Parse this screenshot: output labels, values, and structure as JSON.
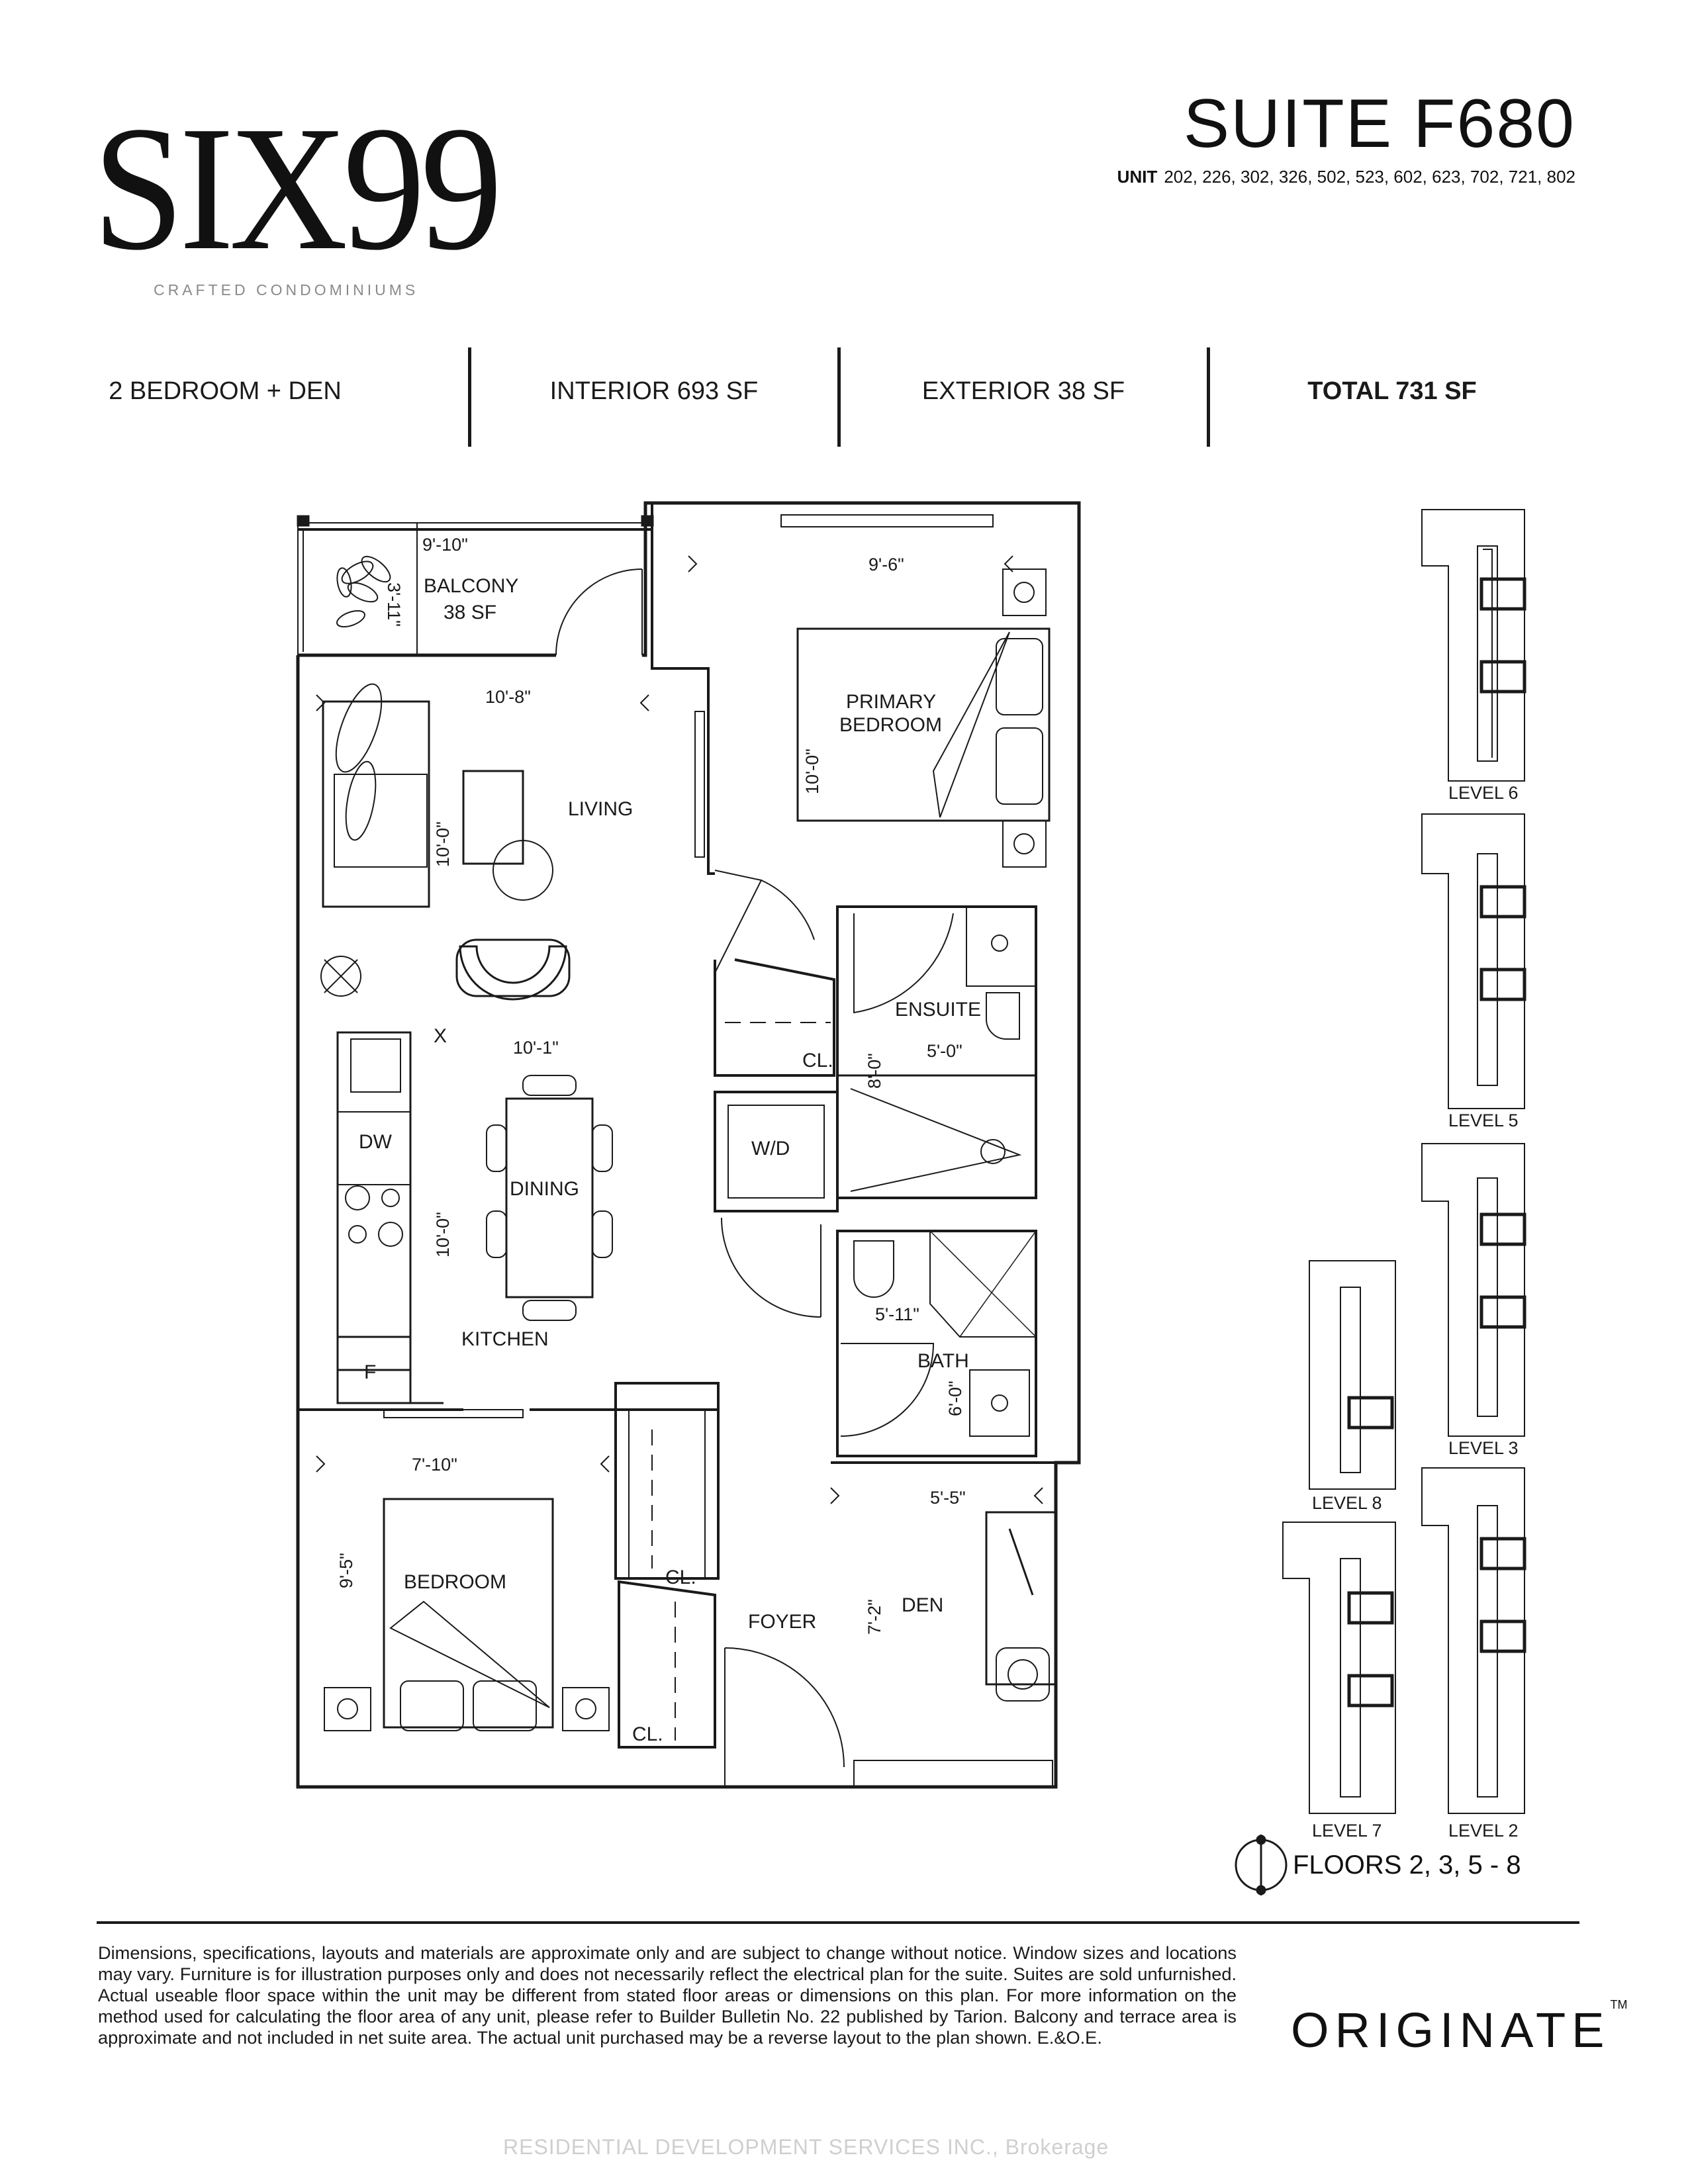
{
  "header": {
    "logo_text": "SIX99",
    "logo_tagline": "CRAFTED CONDOMINIUMS",
    "suite_title": "SUITE F680",
    "unit_label": "UNIT",
    "unit_numbers": "202, 226, 302, 326, 502, 523, 602, 623, 702, 721, 802"
  },
  "stats": {
    "type": "2 BEDROOM + DEN",
    "interior": "INTERIOR 693 SF",
    "exterior": "EXTERIOR 38 SF",
    "total": "TOTAL 731 SF"
  },
  "rooms": {
    "balcony": "BALCONY",
    "balcony_area": "38 SF",
    "living": "LIVING",
    "primary_bedroom_line1": "PRIMARY",
    "primary_bedroom_line2": "BEDROOM",
    "ensuite": "ENSUITE",
    "closet_1": "CL.",
    "washer_dryer": "W/D",
    "dining": "DINING",
    "kitchen": "KITCHEN",
    "dishwasher": "DW",
    "fridge": "F",
    "bath": "BATH",
    "bedroom": "BEDROOM",
    "closet_2": "CL.",
    "closet_3": "CL.",
    "foyer": "FOYER",
    "den": "DEN",
    "x_mark": "X"
  },
  "dimensions": {
    "balcony_w": "9'-10\"",
    "balcony_d": "3'-11\"",
    "living_w": "10'-8\"",
    "living_d": "10'-0\"",
    "primary_w": "9'-6\"",
    "primary_d": "10'-0\"",
    "ensuite_d": "8'-0\"",
    "ensuite_w": "5'-0\"",
    "dining_w": "10'-1\"",
    "dining_d": "10'-0\"",
    "bath_w": "5'-11\"",
    "bath_d": "6'-0\"",
    "bedroom_w": "7'-10\"",
    "bedroom_d": "9'-5\"",
    "den_w": "5'-5\"",
    "den_d": "7'-2\""
  },
  "keyplan": {
    "level_6": "LEVEL 6",
    "level_5": "LEVEL 5",
    "level_3": "LEVEL 3",
    "level_8": "LEVEL 8",
    "level_7": "LEVEL 7",
    "level_2": "LEVEL 2"
  },
  "footer": {
    "floors": "FLOORS 2, 3, 5 - 8",
    "disclaimer": "Dimensions, specifications, layouts and materials are approximate only and are subject to change without notice. Window sizes and locations may vary. Furniture is for illustration purposes only and does not necessarily reflect the electrical plan for the suite. Suites are sold unfurnished. Actual useable floor space within the unit may be different from stated floor areas or dimensions on this plan. For more information on the method used for calculating the floor area of any unit, please refer to Builder Bulletin No. 22 published by Tarion. Balcony and terrace area is approximate and not included in net suite area. The actual unit purchased may be a reverse layout to the plan shown. E.&O.E.",
    "brand": "ORIGINATE",
    "brand_tm": "TM",
    "watermark": "RESIDENTIAL DEVELOPMENT SERVICES INC., Brokerage"
  }
}
